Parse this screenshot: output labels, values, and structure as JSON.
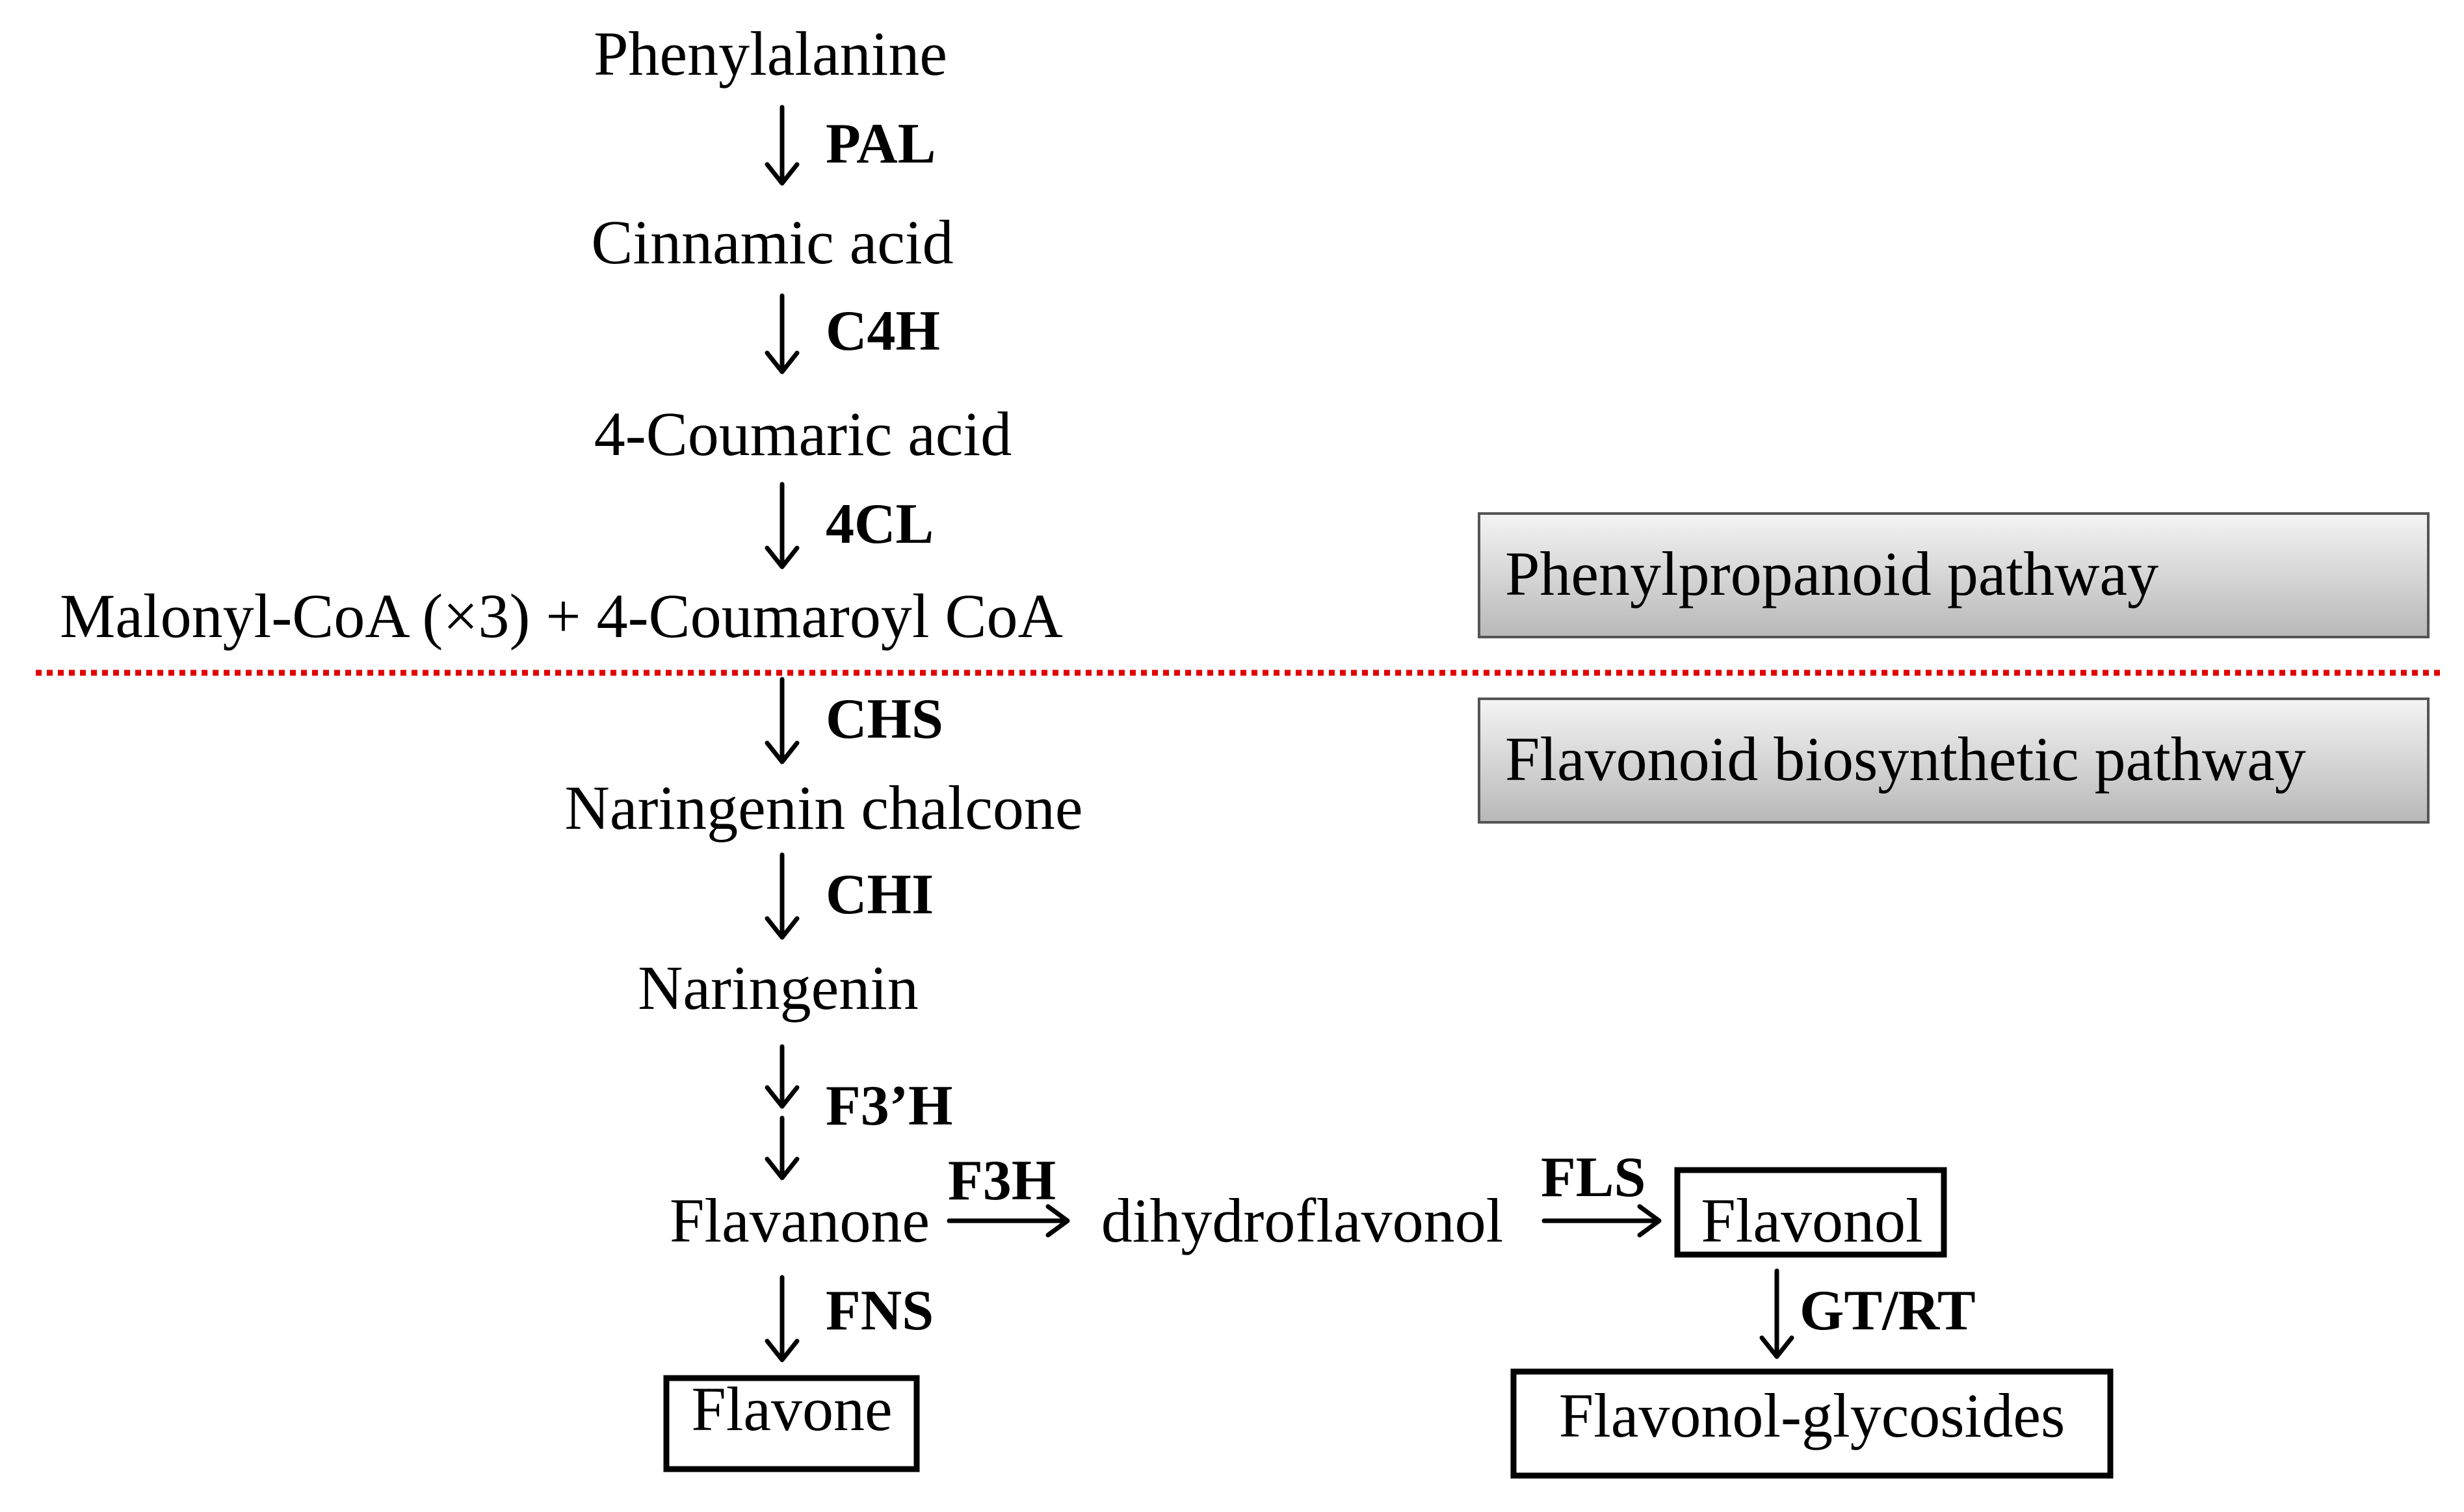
{
  "compounds": {
    "phenylalanine": "Phenylalanine",
    "cinnamic_acid": "Cinnamic acid",
    "coumaric_acid": "4-Coumaric acid",
    "malonyl_coumaroyl": "Malonyl-CoA (×3) + 4-Coumaroyl CoA",
    "naringenin_chalcone": "Naringenin chalcone",
    "naringenin": "Naringenin",
    "flavanone": "Flavanone",
    "dihydroflavonol": "dihydroflavonol",
    "flavonol": "Flavonol",
    "flavone": "Flavone",
    "flavonol_glycosides": "Flavonol-glycosides"
  },
  "enzymes": {
    "pal": "PAL",
    "c4h": "C4H",
    "cl4": "4CL",
    "chs": "CHS",
    "chi": "CHI",
    "f3ph": "F3’H",
    "f3h": "F3H",
    "fls": "FLS",
    "fns": "FNS",
    "gtrt": "GT/RT"
  },
  "legend": {
    "phenylpropanoid": "Phenylpropanoid pathway",
    "flavonoid": "Flavonoid biosynthetic pathway"
  },
  "colors": {
    "divider": "#e00000",
    "legend_fill_top": "#f4f4f4",
    "legend_fill_bottom": "#b8b8b8",
    "legend_border": "#555555"
  }
}
